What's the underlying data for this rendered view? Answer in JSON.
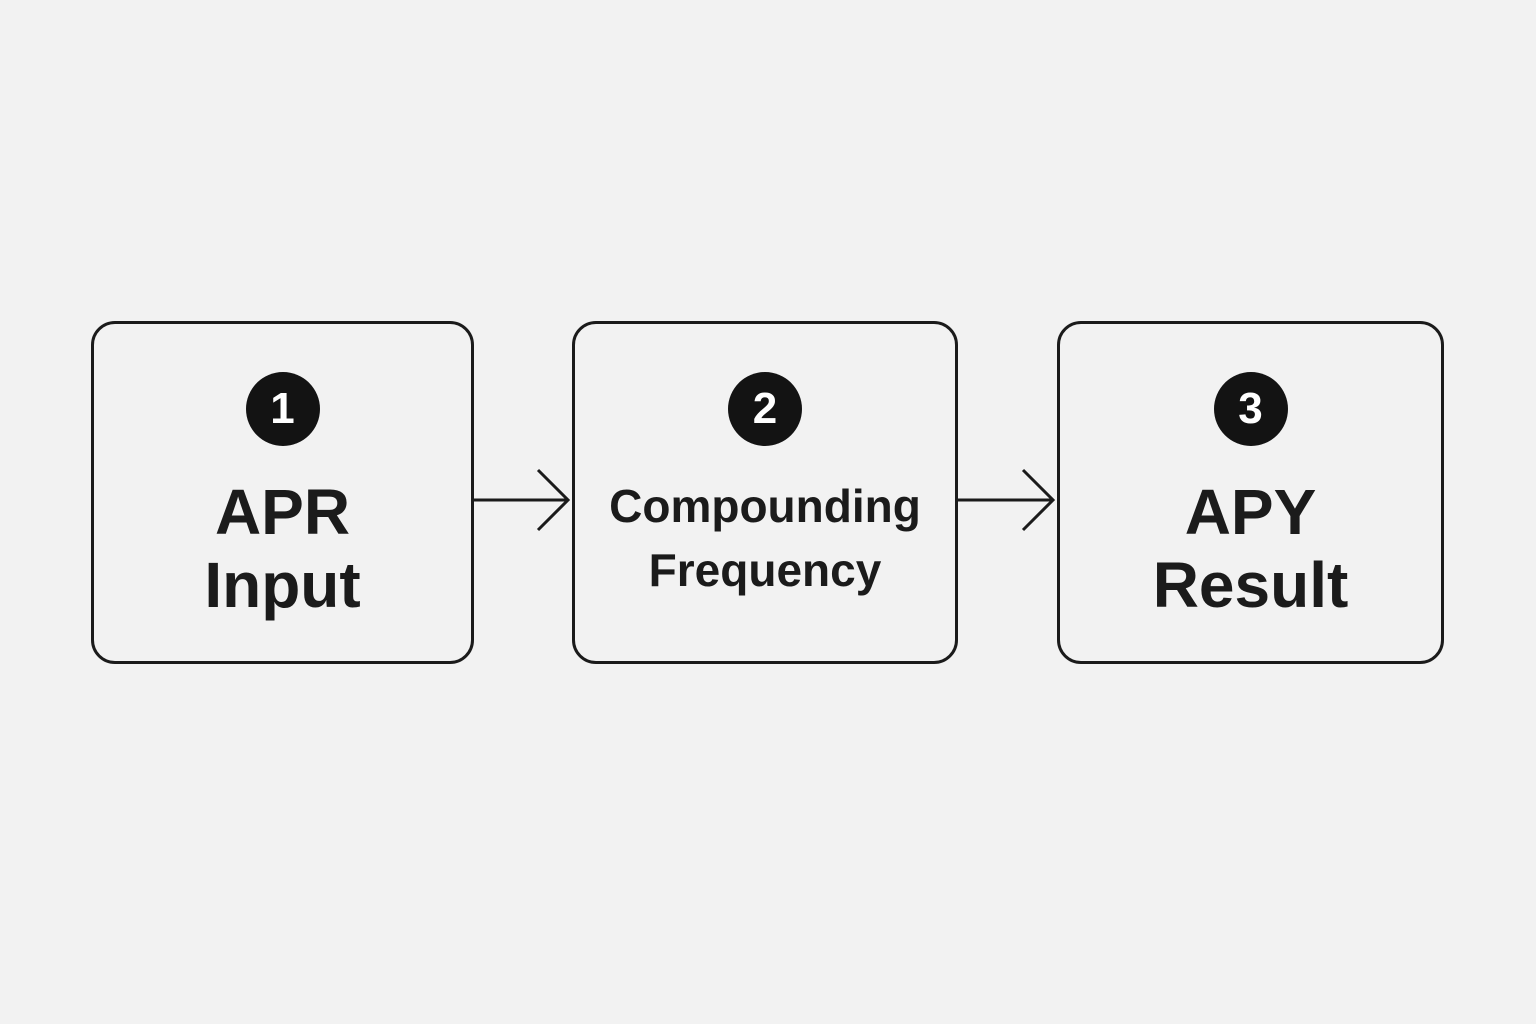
{
  "diagram": {
    "steps": [
      {
        "number": "1",
        "label_lines": [
          "APR",
          "Input"
        ]
      },
      {
        "number": "2",
        "label_lines": [
          "Compounding",
          "Frequency"
        ]
      },
      {
        "number": "3",
        "label_lines": [
          "APY",
          "Result"
        ]
      }
    ],
    "colors": {
      "background": "#f2f2f2",
      "stroke": "#1b1b1b",
      "badge_fill": "#131313",
      "badge_text": "#ffffff"
    }
  }
}
